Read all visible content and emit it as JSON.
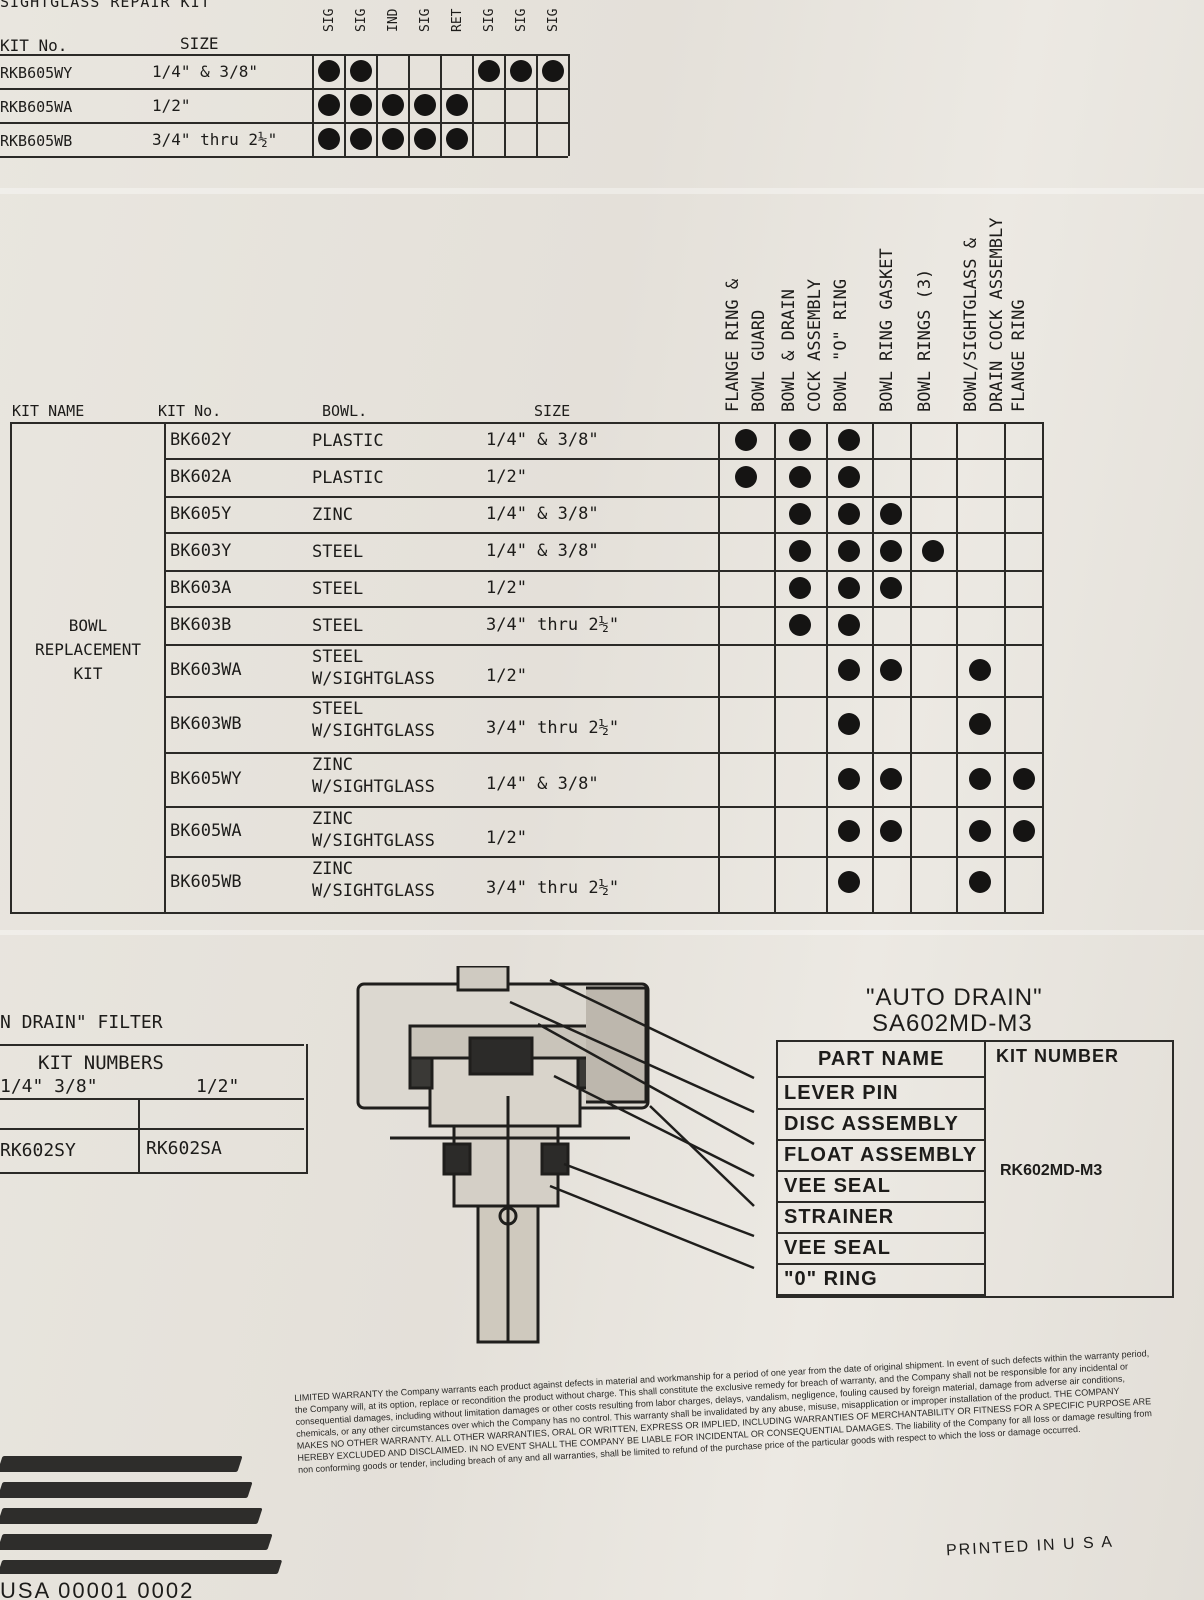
{
  "sightglass_kit": {
    "title": "SIGHTGLASS REPAIR KIT",
    "header_kit": "KIT No.",
    "header_size": "SIZE",
    "columns": [
      "SIG",
      "SIG",
      "IND",
      "SIG",
      "RET",
      "SIG",
      "SIG",
      "SIG"
    ],
    "rows": [
      {
        "kit": "RKB605WY",
        "size": "1/4\" & 3/8\"",
        "dots": [
          1,
          1,
          0,
          0,
          0,
          1,
          1,
          1
        ]
      },
      {
        "kit": "RKB605WA",
        "size": "1/2\"",
        "dots": [
          1,
          1,
          1,
          1,
          1,
          0,
          0,
          0
        ]
      },
      {
        "kit": "RKB605WB",
        "size": "3/4\" thru 2½\"",
        "dots": [
          1,
          1,
          1,
          1,
          1,
          0,
          0,
          0
        ]
      }
    ]
  },
  "bowl_kit": {
    "headers": {
      "kit_name": "KIT NAME",
      "kit_no": "KIT No.",
      "bowl": "BOWL.",
      "size": "SIZE"
    },
    "columns": [
      "FLANGE RING &\nBOWL GUARD",
      "BOWL & DRAIN\nCOCK ASSEMBLY",
      "BOWL \"O\" RING",
      "BOWL RING GASKET",
      "BOWL RINGS (3)",
      "BOWL/SIGHTGLASS &\nDRAIN COCK ASSEMBLY",
      "FLANGE RING"
    ],
    "kit_name_label": "BOWL\nREPLACEMENT\nKIT",
    "rows": [
      {
        "kit": "BK602Y",
        "bowl": "PLASTIC",
        "size": "1/4\" & 3/8\"",
        "dots": [
          1,
          1,
          1,
          0,
          0,
          0,
          0
        ]
      },
      {
        "kit": "BK602A",
        "bowl": "PLASTIC",
        "size": "1/2\"",
        "dots": [
          1,
          1,
          1,
          0,
          0,
          0,
          0
        ]
      },
      {
        "kit": "BK605Y",
        "bowl": "ZINC",
        "size": "1/4\" & 3/8\"",
        "dots": [
          0,
          1,
          1,
          1,
          0,
          0,
          0
        ]
      },
      {
        "kit": "BK603Y",
        "bowl": "STEEL",
        "size": "1/4\" & 3/8\"",
        "dots": [
          0,
          1,
          1,
          1,
          1,
          0,
          0
        ]
      },
      {
        "kit": "BK603A",
        "bowl": "STEEL",
        "size": "1/2\"",
        "dots": [
          0,
          1,
          1,
          1,
          0,
          0,
          0
        ]
      },
      {
        "kit": "BK603B",
        "bowl": "STEEL",
        "size": "3/4\" thru 2½\"",
        "dots": [
          0,
          1,
          1,
          0,
          0,
          0,
          0
        ]
      },
      {
        "kit": "BK603WA",
        "bowl": "STEEL\nW/SIGHTGLASS",
        "size": "1/2\"",
        "dots": [
          0,
          0,
          1,
          1,
          0,
          1,
          0
        ]
      },
      {
        "kit": "BK603WB",
        "bowl": "STEEL\nW/SIGHTGLASS",
        "size": "3/4\" thru 2½\"",
        "dots": [
          0,
          0,
          1,
          0,
          0,
          1,
          0
        ]
      },
      {
        "kit": "BK605WY",
        "bowl": "ZINC\nW/SIGHTGLASS",
        "size": "1/4\" & 3/8\"",
        "dots": [
          0,
          0,
          1,
          1,
          0,
          1,
          1
        ]
      },
      {
        "kit": "BK605WA",
        "bowl": "ZINC\nW/SIGHTGLASS",
        "size": "1/2\"",
        "dots": [
          0,
          0,
          1,
          1,
          0,
          1,
          1
        ]
      },
      {
        "kit": "BK605WB",
        "bowl": "ZINC\nW/SIGHTGLASS",
        "size": "3/4\" thru 2½\"",
        "dots": [
          0,
          0,
          1,
          0,
          0,
          1,
          0
        ]
      }
    ]
  },
  "drain_filter": {
    "title": "N DRAIN\" FILTER",
    "kit_numbers": "KIT NUMBERS",
    "size1": "1/4\" 3/8\"",
    "size2": "1/2\"",
    "kit1": "RK602SY",
    "kit2": "RK602SA"
  },
  "auto_drain": {
    "title1": "\"AUTO DRAIN\"",
    "title2": "SA602MD-M3",
    "header_part": "PART NAME",
    "header_kit": "KIT NUMBER",
    "parts": [
      "LEVER PIN",
      "DISC ASSEMBLY",
      "FLOAT ASSEMBLY",
      "VEE SEAL",
      "STRAINER",
      "VEE SEAL",
      "\"0\" RING"
    ],
    "kit_number": "RK602MD-M3"
  },
  "warranty_text": "LIMITED WARRANTY    the Company warrants each product against defects in material and workmanship for a period of one year from the date of original shipment. In event of such defects within the warranty period, the Company will, at its option, replace or recondition the product without charge. This shall constitute the exclusive remedy for breach of warranty, and the Company shall not be responsible for any incidental or consequential damages, including without limitation damages or other costs resulting from labor charges, delays, vandalism, negligence, fouling caused by foreign material, damage from adverse air conditions, chemicals, or any other circumstances over which the Company has no control. This warranty shall be invalidated by any abuse, misuse, misapplication or improper installation of the product. THE COMPANY MAKES NO OTHER WARRANTY. ALL OTHER WARRANTIES, ORAL OR WRITTEN, EXPRESS OR IMPLIED, INCLUDING WARRANTIES OF MERCHANTABILITY OR FITNESS FOR A SPECIFIC PURPOSE ARE HEREBY EXCLUDED AND DISCLAIMED. IN NO EVENT SHALL THE COMPANY BE LIABLE FOR INCIDENTAL OR CONSEQUENTIAL DAMAGES. The liability of the Company for all loss or damage resulting from non conforming goods or tender, including breach of any and all warranties, shall be limited to refund of the purchase price of the particular goods with respect to which the loss or damage occurred.",
  "printed": "PRINTED IN U S A",
  "logo_fragment": "USA 00001 0002"
}
